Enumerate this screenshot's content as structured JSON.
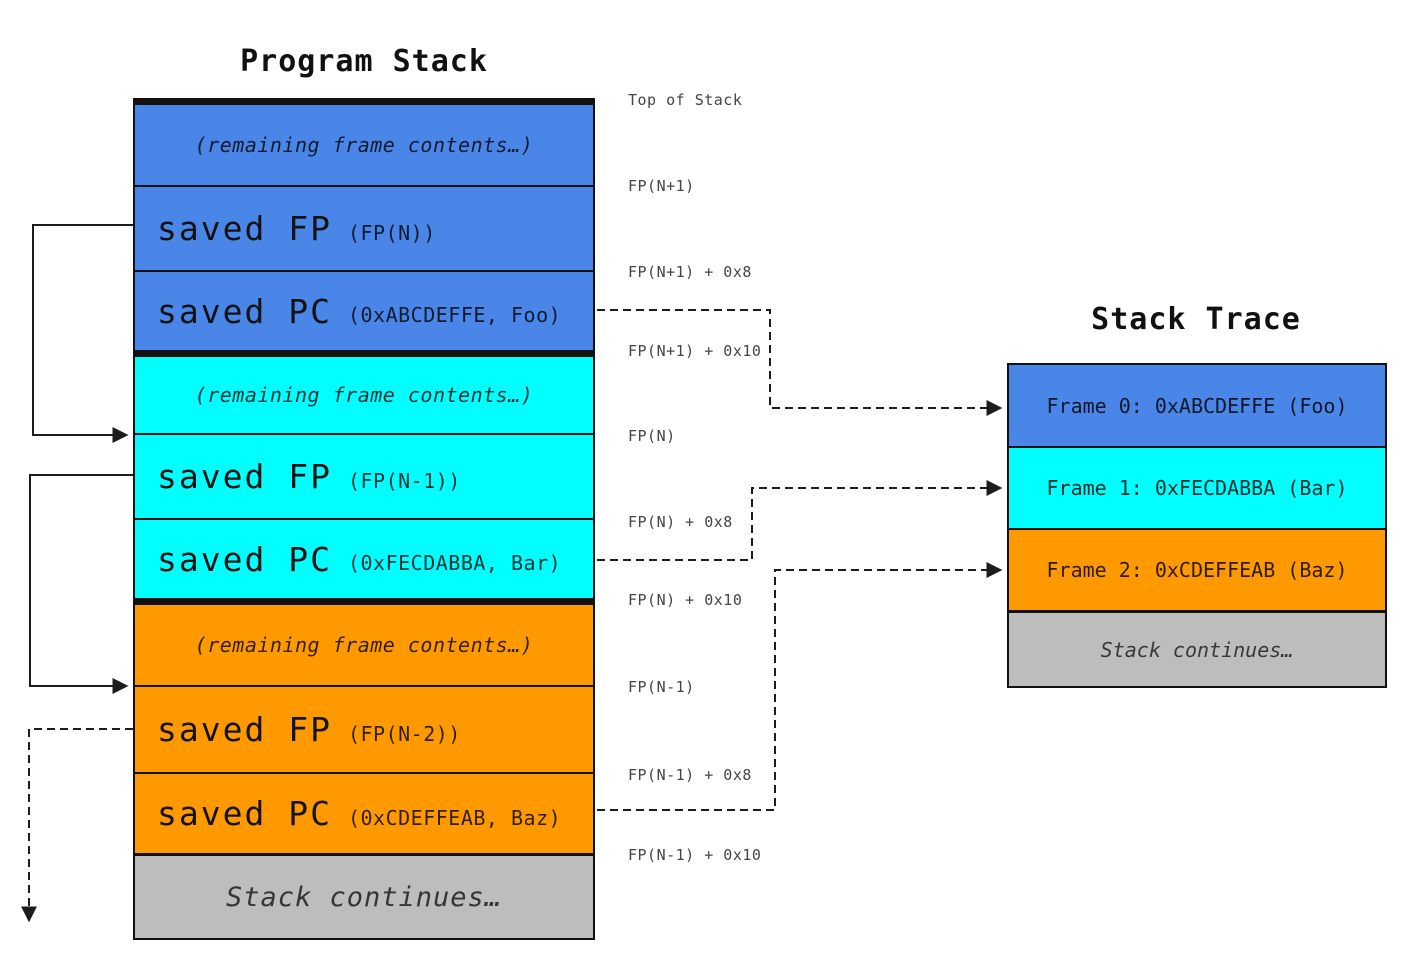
{
  "program_stack": {
    "title": "Program Stack",
    "top_label": "Top of Stack",
    "rows": [
      {
        "kind": "note",
        "text": "(remaining frame contents…)",
        "color": "#4a86e8"
      },
      {
        "kind": "field",
        "main": "saved FP",
        "detail": "(FP(N))",
        "color": "#4a86e8"
      },
      {
        "kind": "field",
        "main": "saved PC",
        "detail": "(0xABCDEFFE, Foo)",
        "color": "#4a86e8"
      },
      {
        "kind": "note",
        "text": "(remaining frame contents…)",
        "color": "#00ffff"
      },
      {
        "kind": "field",
        "main": "saved FP",
        "detail": "(FP(N-1))",
        "color": "#00ffff"
      },
      {
        "kind": "field",
        "main": "saved PC",
        "detail": "(0xFECDABBA, Bar)",
        "color": "#00ffff"
      },
      {
        "kind": "note",
        "text": "(remaining frame contents…)",
        "color": "#ff9900"
      },
      {
        "kind": "field",
        "main": "saved FP",
        "detail": "(FP(N-2))",
        "color": "#ff9900"
      },
      {
        "kind": "field",
        "main": "saved PC",
        "detail": "(0xCDEFFEAB, Baz)",
        "color": "#ff9900"
      },
      {
        "kind": "continues",
        "text": "Stack continues…",
        "color": "#bdbdbd"
      }
    ],
    "address_labels": [
      "Top of Stack",
      "FP(N+1)",
      "FP(N+1) + 0x8",
      "FP(N+1) + 0x10",
      "FP(N)",
      "FP(N) + 0x8",
      "FP(N) + 0x10",
      "FP(N-1)",
      "FP(N-1) + 0x8",
      "FP(N-1) + 0x10"
    ]
  },
  "stack_trace": {
    "title": "Stack Trace",
    "rows": [
      {
        "text": "Frame 0: 0xABCDEFFE (Foo)",
        "color": "#4a86e8"
      },
      {
        "text": "Frame 1: 0xFECDABBA (Bar)",
        "color": "#00ffff"
      },
      {
        "text": "Frame 2: 0xCDEFFEAB (Baz)",
        "color": "#ff9900"
      },
      {
        "text": "Stack continues…",
        "color": "#bdbdbd",
        "italic": true
      }
    ]
  },
  "colors": {
    "frame0_blue": "#4a86e8",
    "frame1_cyan": "#00ffff",
    "frame2_orange": "#ff9900",
    "continues_gray": "#bdbdbd",
    "line_black": "#111111"
  }
}
